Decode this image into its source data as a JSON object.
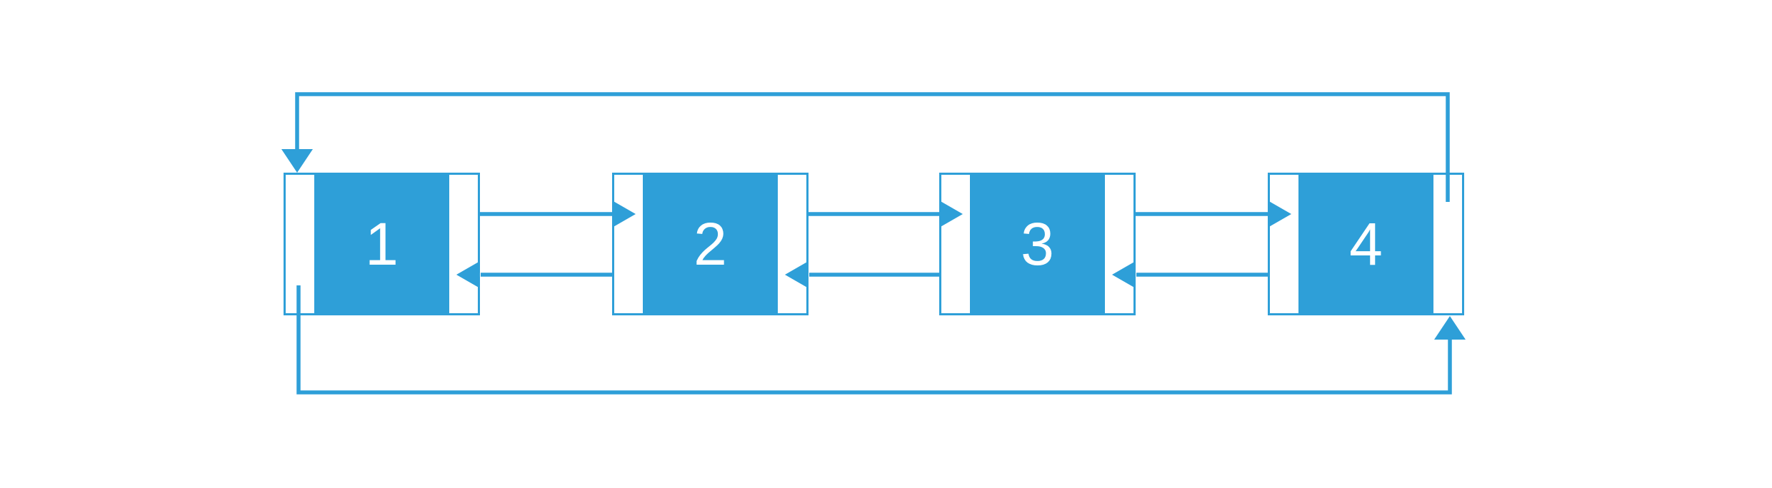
{
  "colors": {
    "accent": "#2E9FD8",
    "node_label": "#FFFFFF",
    "background": "#FFFFFF"
  },
  "list": {
    "nodes": [
      {
        "label": "1"
      },
      {
        "label": "2"
      },
      {
        "label": "3"
      },
      {
        "label": "4"
      }
    ],
    "links": [
      {
        "from": "1",
        "to": "2",
        "pointer": "next"
      },
      {
        "from": "2",
        "to": "3",
        "pointer": "next"
      },
      {
        "from": "3",
        "to": "4",
        "pointer": "next"
      },
      {
        "from": "4",
        "to": "1",
        "pointer": "next",
        "route": "top-loop"
      },
      {
        "from": "2",
        "to": "1",
        "pointer": "prev"
      },
      {
        "from": "3",
        "to": "2",
        "pointer": "prev"
      },
      {
        "from": "4",
        "to": "3",
        "pointer": "prev"
      },
      {
        "from": "1",
        "to": "4",
        "pointer": "prev",
        "route": "bottom-loop"
      }
    ]
  }
}
